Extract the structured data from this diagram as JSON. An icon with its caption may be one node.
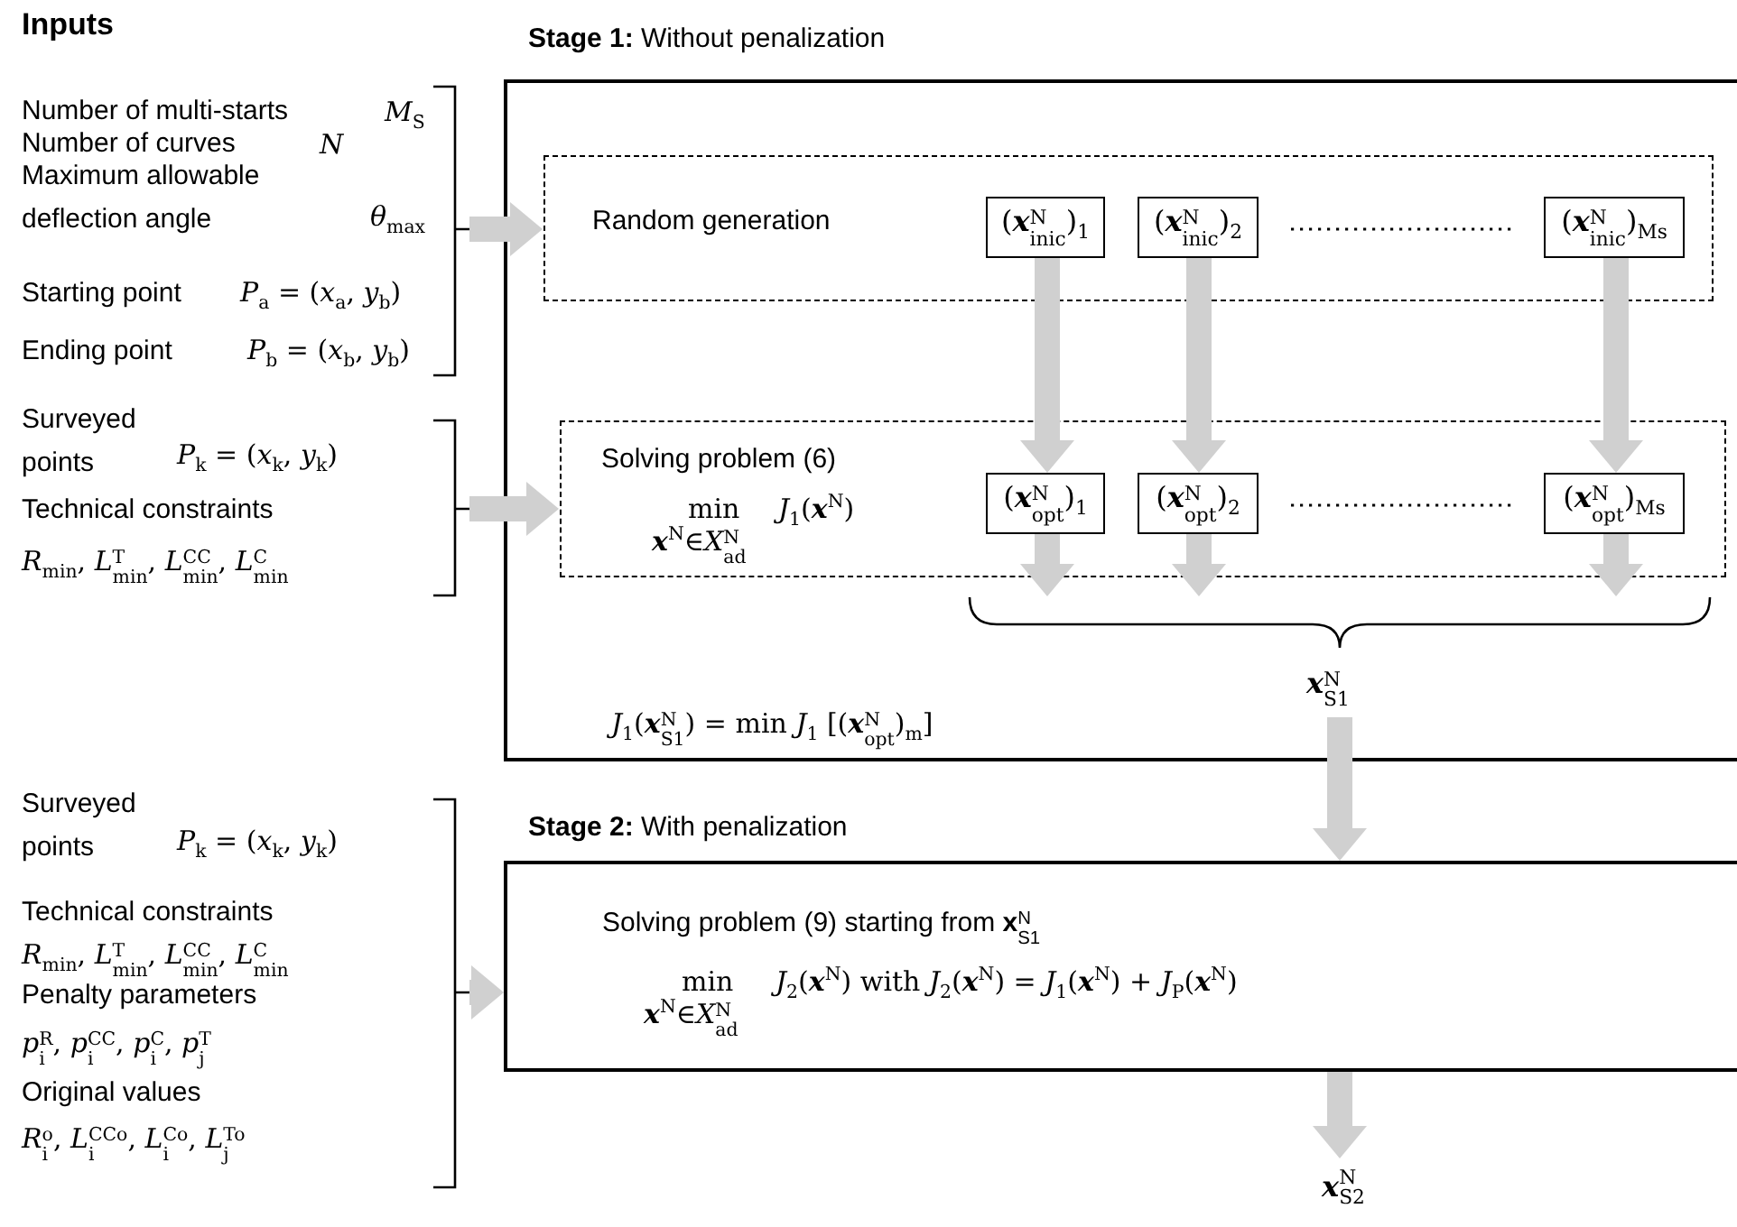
{
  "diagram": {
    "title": "Inputs",
    "nodes": [
      {
        "text": [
          "Number of multi-starts",
          "*M*$_{S}$",
          "Number of curves",
          "*N*",
          "Maximum allowable deflection angle",
          "*θ*$_{max}$",
          "Starting point",
          "*P*$_{a}$ = (*x*$_{a}$, *y*$_{b}$)",
          "Ending point",
          "*P*$_{b}$ = (*x*$_{b}$, *y*$_{b}$)"
        ]
      },
      {
        "text": [
          "Surveyed points",
          "*P*$_{k}$ = (*x*$_{k}$, *y*$_{k}$)",
          "Technical constraints",
          "*R*$_{min}$, *L*$^{T}$$_{min}$, *L*$^{CC}$$_{min}$, *L*$^{C}$$_{min}$"
        ]
      },
      {
        "text": [
          "**Stage 1:** Without penalization",
          "*J*$_{1}$(**x**$^{N}$$_{S1}$) = min *J*$_{1}$ [(**x**$^{N}$$_{opt}$)$_{m}$]"
        ]
      },
      {
        "text": [
          "Random generation"
        ],
        "in": 2
      },
      {
        "text": [
          "(**x**$^{N}$$_{inic}$)$_{1}$"
        ],
        "in": 3
      },
      {
        "text": [
          "(**x**$^{N}$$_{inic}$)$_{2}$"
        ],
        "in": 3
      },
      {
        "text": [
          "(**x**$^{N}$$_{inic}$)$_{Ms}$"
        ],
        "in": 3
      },
      {
        "text": [
          "Solving problem (6)",
          "min",
          "**x**$^{N}$∈*X*$^{N}$$_{ad}$",
          "*J*$_{1}$(**x**$^{N}$)"
        ],
        "in": 2
      },
      {
        "text": [
          "(**x**$^{N}$$_{opt}$)$_{1}$"
        ],
        "in": 7
      },
      {
        "text": [
          "(**x**$^{N}$$_{opt}$)$_{2}$"
        ],
        "in": 7
      },
      {
        "text": [
          "(**x**$^{N}$$_{opt}$)$_{Ms}$"
        ],
        "in": 7
      },
      {
        "text": [
          "**x**$^{N}$$_{S1}$"
        ],
        "in": 2
      },
      {
        "text": [
          "**Stage 2:** With penalization",
          "Solving problem (9) starting from **x**$^{N}$$_{S1}$",
          "min",
          "**x**$^{N}$∈*X*$^{N}$$_{ad}$",
          "*J*$_{2}$(**x**$^{N}$)  with *J*$_{2}$(**x**$^{N}$) = *J*$_{1}$(**x**$^{N}$) + *J*$_{P}$(**x**$^{N}$)"
        ]
      },
      {
        "text": [
          "**x**$^{N}$$_{S2}$"
        ]
      },
      {
        "text": [
          "Surveyed points",
          "*P*$_{k}$ = (*x*$_{k}$, *y*$_{k}$)",
          "Technical constraints",
          "*R*$_{min}$, *L*$^{T}$$_{min}$, *L*$^{CC}$$_{min}$, *L*$^{C}$$_{min}$",
          "Penalty parameters",
          "*p*$^{R}$$_{i}$, *p*$^{CC}$$_{i}$, *p*$^{C}$$_{i}$, *p*$^{T}$$_{j}$",
          "Original values",
          "*R*$^{o}$$_{i}$, *L*$^{CCo}$$_{i}$, *L*$^{Co}$$_{i}$, *L*$^{To}$$_{j}$"
        ]
      }
    ],
    "edges": [
      {
        "from": 0,
        "to": 3,
        "arrow": "to"
      },
      {
        "from": 4,
        "to": 8,
        "arrow": "to"
      },
      {
        "from": 5,
        "to": 9,
        "arrow": "to"
      },
      {
        "from": 6,
        "to": 10,
        "arrow": "to"
      },
      {
        "from": 1,
        "to": 7,
        "arrow": "to"
      },
      {
        "from": 8,
        "to": 11,
        "arrow": "to"
      },
      {
        "from": 9,
        "to": 11,
        "arrow": "to"
      },
      {
        "from": 10,
        "to": 11,
        "arrow": "to"
      },
      {
        "from": 11,
        "to": 12,
        "arrow": "to"
      },
      {
        "from": 14,
        "to": 12,
        "arrow": "to"
      },
      {
        "from": 12,
        "to": 13,
        "arrow": "to"
      }
    ]
  }
}
